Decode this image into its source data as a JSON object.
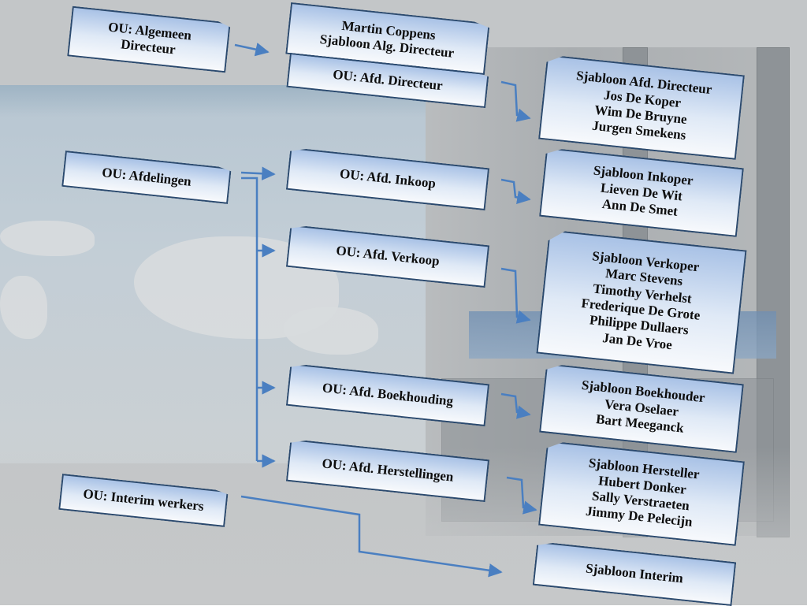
{
  "units": {
    "algemeen": "OU: Algemeen\nDirecteur",
    "afdelingen": "OU: Afdelingen",
    "interim": "OU: Interim werkers",
    "directeur": "OU: Afd. Directeur",
    "inkoop": "OU: Afd. Inkoop",
    "verkoop": "OU: Afd. Verkoop",
    "boekhouding": "OU: Afd. Boekhouding",
    "herstellingen": "OU: Afd. Herstellingen"
  },
  "templates": {
    "alg_directeur": "Martin Coppens\nSjabloon Alg. Directeur",
    "afd_directeur": "Sjabloon  Afd. Directeur\nJos De Koper\nWim De Bruyne\nJurgen Smekens",
    "inkoper": "Sjabloon  Inkoper\nLieven De Wit\nAnn De Smet",
    "verkoper": "Sjabloon  Verkoper\nMarc  Stevens\nTimothy  Verhelst\nFrederique De Grote\nPhilippe Dullaers\nJan De Vroe",
    "boekhouder": "Sjabloon  Boekhouder\nVera Oselaer\nBart Meeganck",
    "hersteller": "Sjabloon  Hersteller\nHubert Donker\nSally Verstraeten\nJimmy De Pelecijn",
    "interim": "Sjabloon Interim"
  },
  "colors": {
    "box_border": "#2b4a6f",
    "box_top": "#a9c2e6",
    "connector": "#4a7fc1"
  }
}
